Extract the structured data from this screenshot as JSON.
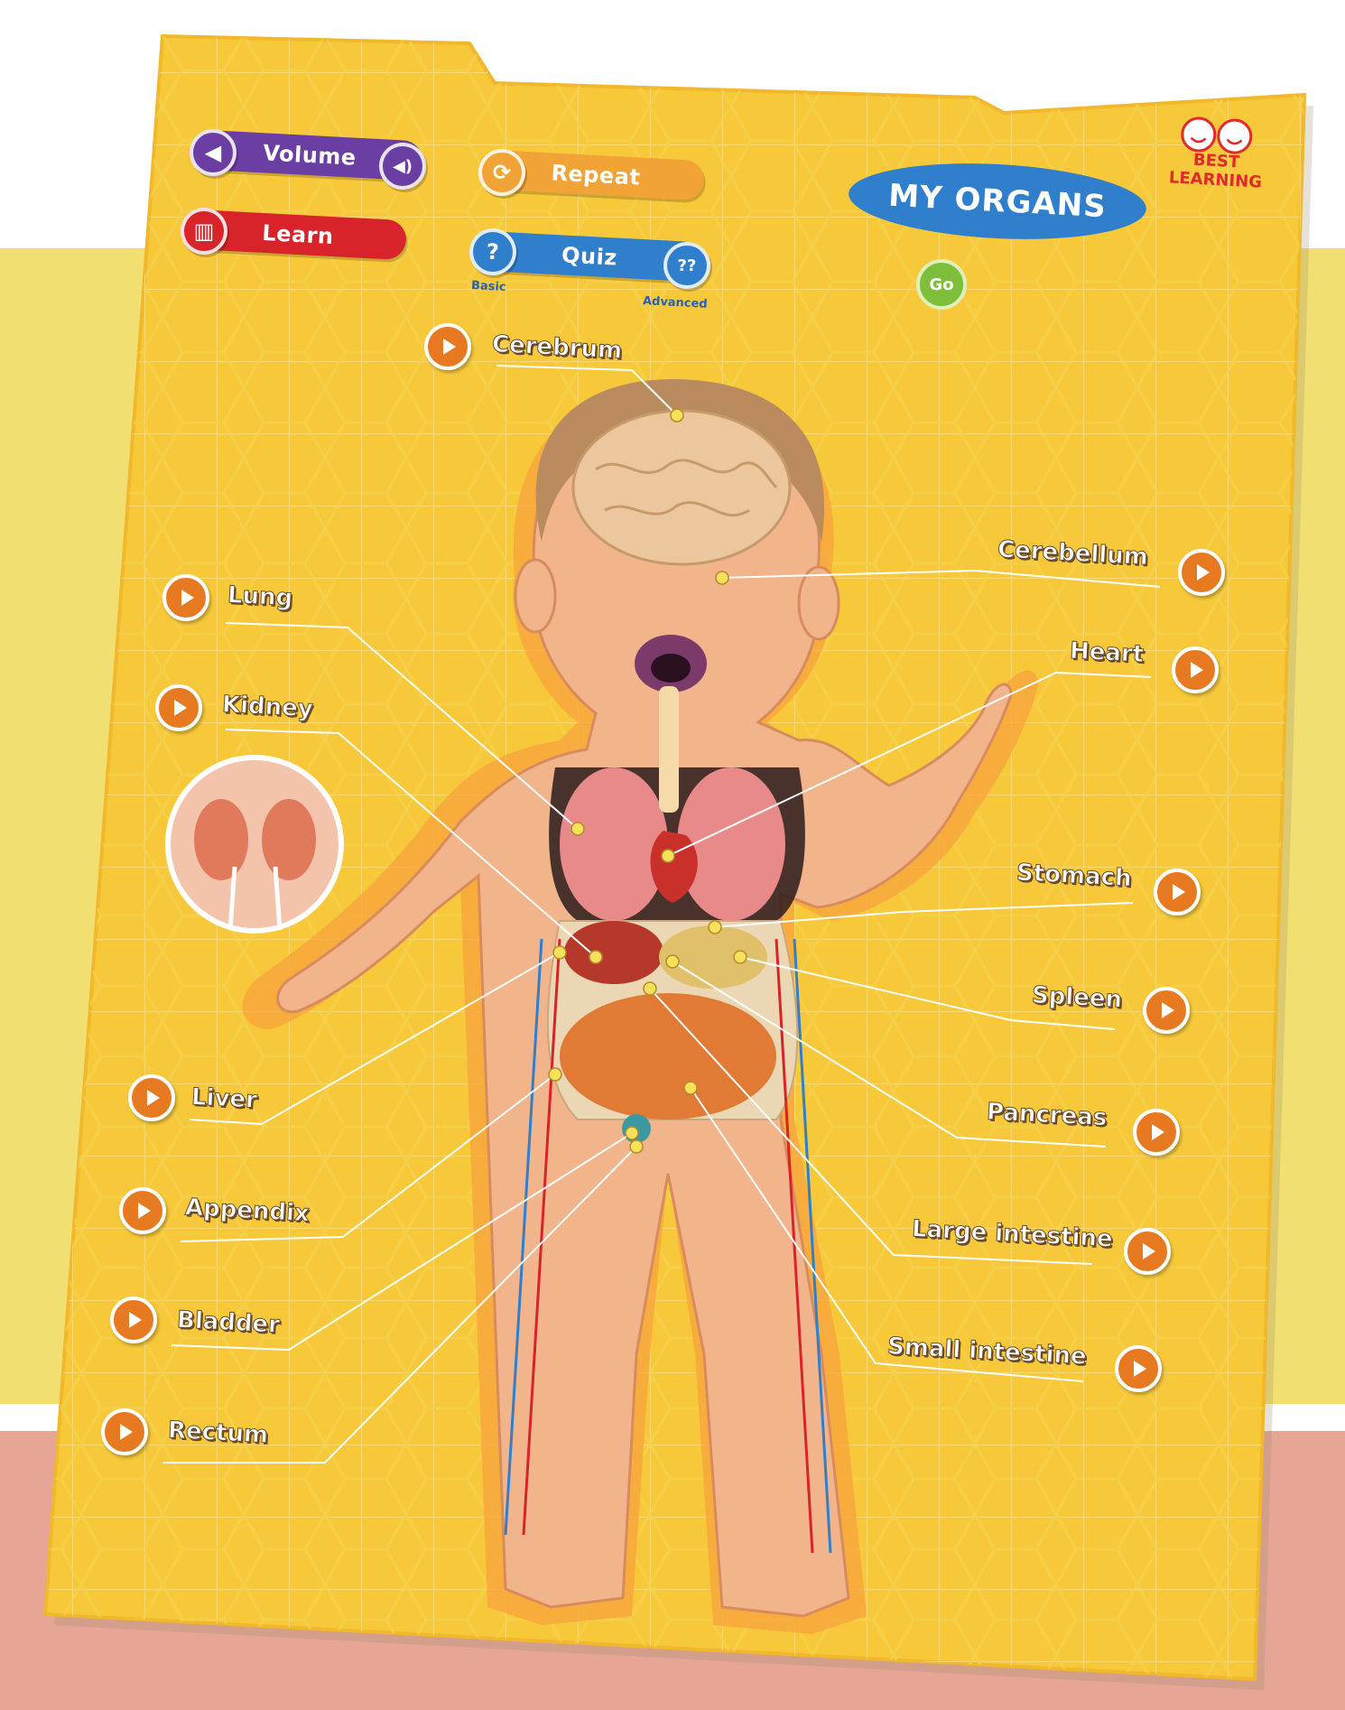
{
  "poster": {
    "title": "MY ORGANS",
    "go_label": "Go",
    "brand": "BEST LEARNING"
  },
  "controls": {
    "volume_label": "Volume",
    "repeat_label": "Repeat",
    "learn_label": "Learn",
    "quiz_label": "Quiz",
    "quiz_basic_label": "Basic",
    "quiz_advanced_label": "Advanced",
    "quiz_basic_symbol": "?",
    "quiz_advanced_symbol": "??"
  },
  "organs": {
    "cerebrum": "Cerebrum",
    "cerebellum": "Cerebellum",
    "lung": "Lung",
    "heart": "Heart",
    "kidney": "Kidney",
    "stomach": "Stomach",
    "spleen": "Spleen",
    "liver": "Liver",
    "pancreas": "Pancreas",
    "appendix": "Appendix",
    "large_intestine": "Large intestine",
    "bladder": "Bladder",
    "small_intestine": "Small intestine",
    "rectum": "Rectum"
  },
  "icons": {
    "volume_down": "speaker-low-icon",
    "volume_up": "speaker-high-icon",
    "repeat": "repeat-icon",
    "learn": "book-icon",
    "play": "play-icon"
  },
  "colors": {
    "poster_yellow": "#f7c93a",
    "volume_purple": "#6b3ea3",
    "repeat_orange": "#f2a335",
    "learn_red": "#d8232a",
    "quiz_blue": "#2f7fcc",
    "go_green": "#7dbf3a",
    "play_orange": "#e77a21"
  }
}
